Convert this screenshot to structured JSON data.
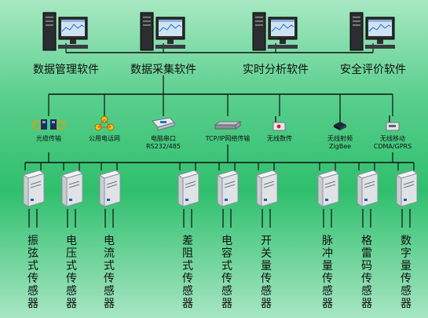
{
  "software": [
    {
      "label": "数据管理软件",
      "icon": "computer-icon"
    },
    {
      "label": "数据采集软件",
      "icon": "computer-icon"
    },
    {
      "label": "实时分析软件",
      "icon": "computer-icon"
    },
    {
      "label": "安全评价软件",
      "icon": "computer-icon"
    }
  ],
  "comm_links": [
    {
      "line1": "光缆传输",
      "line2": "",
      "icon": "fiber-transceiver-icon"
    },
    {
      "line1": "公用电话网",
      "line2": "",
      "icon": "telephone-network-icon"
    },
    {
      "line1": "电脑串口",
      "line2": "RS232/485",
      "icon": "serial-converter-icon"
    },
    {
      "line1": "TCP/IP网络传输",
      "line2": "",
      "icon": "network-switch-icon"
    },
    {
      "line1": "无线数传",
      "line2": "",
      "icon": "wireless-radio-icon"
    },
    {
      "line1": "无线射频",
      "line2": "ZigBee",
      "icon": "zigbee-module-icon"
    },
    {
      "line1": "无线移动",
      "line2": "CDMA/GPRS",
      "icon": "gprs-module-icon"
    }
  ],
  "sensors": [
    {
      "label": "振弦式传感器",
      "icon": "data-collector-icon"
    },
    {
      "label": "电压式传感器",
      "icon": "data-collector-icon"
    },
    {
      "label": "电流式传感器",
      "icon": "data-collector-icon"
    },
    {
      "label": "差阻式传感器",
      "icon": "data-collector-icon"
    },
    {
      "label": "电容式传感器",
      "icon": "data-collector-icon"
    },
    {
      "label": "开关量传感器",
      "icon": "data-collector-icon"
    },
    {
      "label": "脉冲量传感器",
      "icon": "data-collector-icon"
    },
    {
      "label": "格雷码传感器",
      "icon": "data-collector-icon"
    },
    {
      "label": "数字量传感器",
      "icon": "data-collector-icon"
    }
  ],
  "colors": {
    "line": "#101010",
    "background_top": "#a7e8c2",
    "background_mid": "#2fbf6d",
    "screen": "#cfe3f2",
    "device": "#dfe3e6"
  }
}
